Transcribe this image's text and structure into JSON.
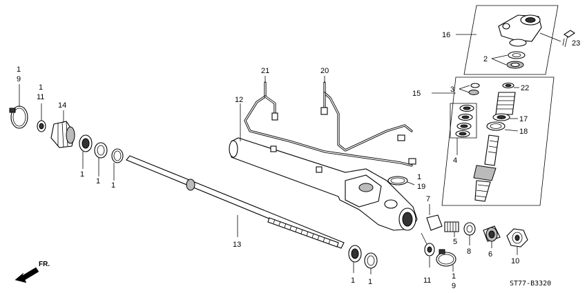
{
  "callouts": {
    "c1a_top": "1",
    "c1a_bot": "9",
    "c1b_top": "1",
    "c1b_bot": "11",
    "c14": "14",
    "c1_left1": "1",
    "c1_left2": "1",
    "c1_left3": "1",
    "c12": "12",
    "c13": "13",
    "c21": "21",
    "c20": "20",
    "c16": "16",
    "c23": "23",
    "c2": "2",
    "c15": "15",
    "c3": "3",
    "c22": "22",
    "c17": "17",
    "c18": "18",
    "c4": "4",
    "c1_19": "1",
    "c19": "19",
    "c7": "7",
    "c5": "5",
    "c8": "8",
    "c6": "6",
    "c10": "10",
    "c1_bot1": "1",
    "c1_bot2": "1",
    "c11_bot": "11",
    "c1_bot3": "1",
    "c9_bot": "9"
  },
  "direction_label": "FR.",
  "diagram_code": "ST77-B3320"
}
